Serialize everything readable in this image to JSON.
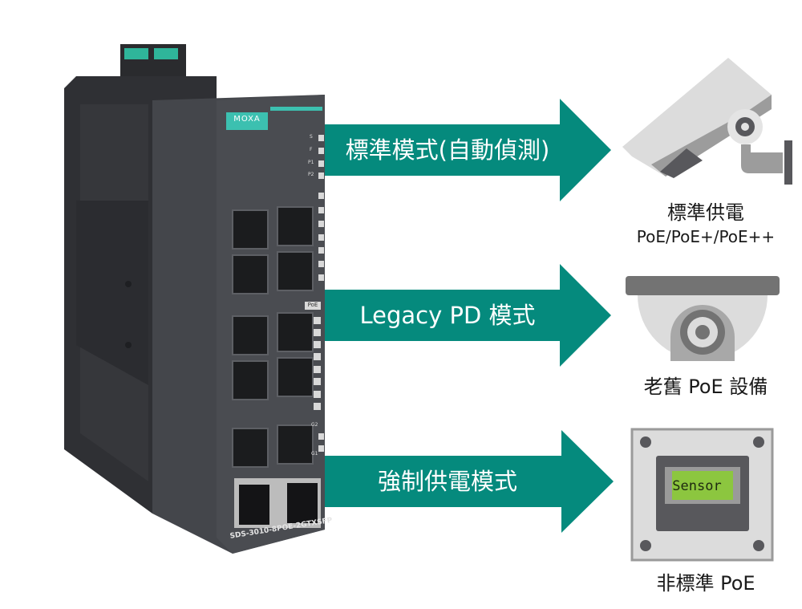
{
  "colors": {
    "arrow": "#058a7d",
    "brand": "#3cc0b0",
    "switch_body": "#3d3f44",
    "sensor_screen": "#8cc63f"
  },
  "switch": {
    "logo": "MOXA",
    "model": "SDS-3010-8POE-2GTXSFP",
    "led_labels": [
      "S",
      "F",
      "P1",
      "P2"
    ],
    "poe_badge": "PoE",
    "gigabit_labels": [
      "G2",
      "G1"
    ]
  },
  "modes": [
    {
      "label": "標準模式(自動偵測)",
      "device_label": "標準供電",
      "device_sublabel": "PoE/PoE+/PoE++",
      "device_icon": "bullet-camera-icon"
    },
    {
      "label": "Legacy PD 模式",
      "device_label": "老舊 PoE 設備",
      "device_icon": "dome-camera-icon"
    },
    {
      "label": "強制供電模式",
      "device_label": "非標準 PoE",
      "device_icon": "sensor-panel-icon",
      "screen_text": "Sensor"
    }
  ]
}
